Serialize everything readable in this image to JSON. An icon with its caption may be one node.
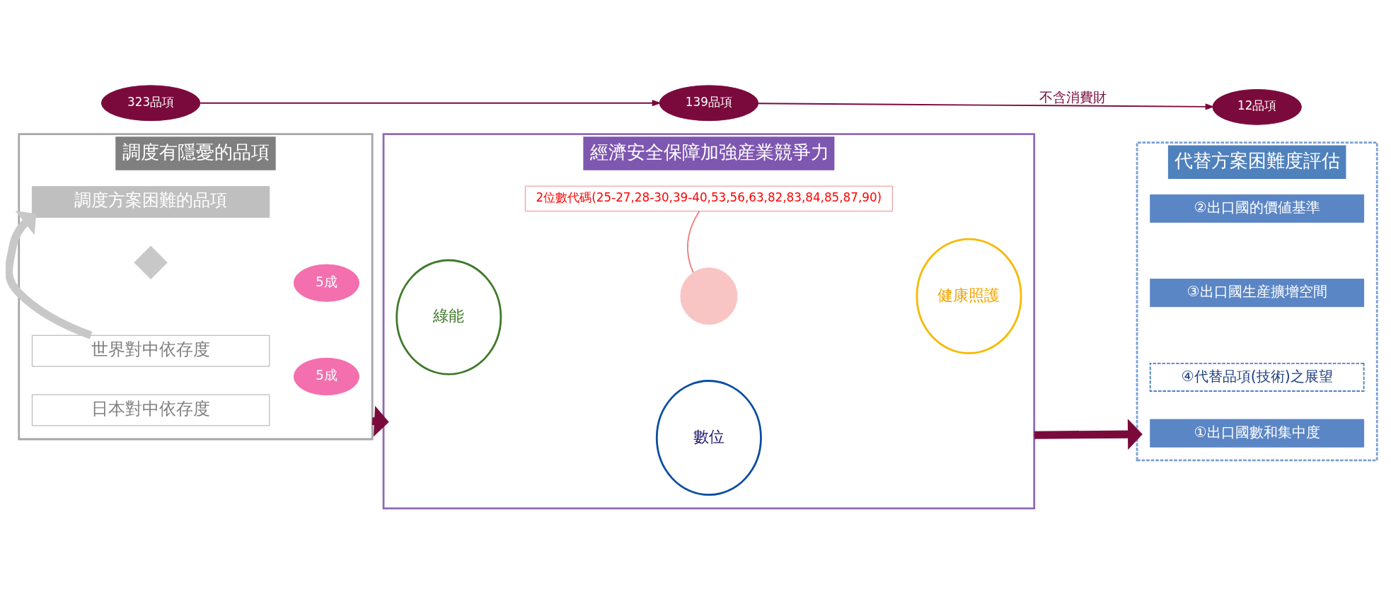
{
  "diagram": {
    "nodes": [
      {
        "text": [
          "調度有隱憂的品項"
        ]
      },
      {
        "text": [
          "日本對中依存度"
        ],
        "in": 0
      },
      {
        "text": [
          "5成"
        ],
        "in": 0
      },
      {
        "text": [],
        "shape": "cross",
        "in": 0
      },
      {
        "text": [
          "世界對中依存度"
        ],
        "in": 0
      },
      {
        "text": [
          "5成"
        ],
        "in": 0
      },
      {
        "text": [
          "調度方案困難的品項"
        ],
        "in": 0
      },
      {
        "text": [
          "經濟安全保障加強産業競爭力"
        ]
      },
      {
        "text": [
          "數位"
        ],
        "in": 7
      },
      {
        "text": [],
        "shape": "circle",
        "in": 7
      },
      {
        "text": [
          "綠能"
        ],
        "in": 7
      },
      {
        "text": [
          "健康照護"
        ],
        "in": 7
      },
      {
        "text": [
          "2位數代碼(25-27,28-30,39-40,53,56,63,82,83,84,85,87,90)"
        ],
        "in": 7
      },
      {
        "text": [
          "代替方案困難度評估"
        ]
      },
      {
        "text": [
          "①出口國數和集中度"
        ],
        "in": 13
      },
      {
        "text": [
          "②出口國的價値基準"
        ],
        "in": 13
      },
      {
        "text": [
          "③出口國生産擴增空間"
        ],
        "in": 13
      },
      {
        "text": [
          "④代替品項(技術)之展望"
        ],
        "in": 13
      },
      {
        "text": [
          "323品項"
        ]
      },
      {
        "text": [
          "139品項"
        ]
      },
      {
        "text": [
          "12品項"
        ]
      }
    ],
    "edges": [
      {
        "from": 0,
        "to": 7,
        "arrow": "to",
        "style": "thick"
      },
      {
        "from": 7,
        "to": 13,
        "arrow": "to",
        "style": "thick"
      },
      {
        "from": 4,
        "to": 6,
        "arrow": "to",
        "style": "thick",
        "color": "#c8c8c8"
      },
      {
        "from": 12,
        "to": 9,
        "arrow": "none",
        "color": "#f08080"
      },
      {
        "from": 18,
        "to": 19,
        "arrow": "to"
      },
      {
        "from": 19,
        "to": 20,
        "arrow": "to",
        "label": "不含消費財"
      }
    ]
  }
}
